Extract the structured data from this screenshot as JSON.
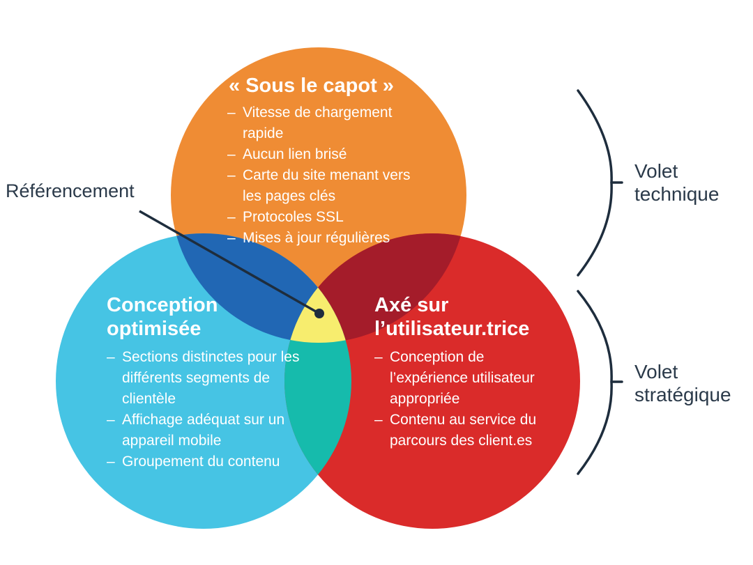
{
  "top_circle": {
    "title": "« Sous le capot »",
    "items": [
      "Vitesse de chargement rapide",
      "Aucun lien brisé",
      "Carte du site menant vers les pages clés",
      "Protocoles SSL",
      "Mises à jour régulières"
    ]
  },
  "left_circle": {
    "title": "Conception optimisée",
    "items": [
      "Sections distinctes pour les différents segments de clientèle",
      "Affichage adéquat sur un appareil mobile",
      "Groupement du contenu"
    ]
  },
  "right_circle": {
    "title": "Axé sur l’utilisateur.trice",
    "items": [
      "Conception de l’expérience utilisateur appropriée",
      "Contenu au service du parcours des client.es"
    ]
  },
  "center_label": "Référencement",
  "brackets": {
    "technical": "Volet technique",
    "strategic": "Volet stratégique"
  },
  "colors": {
    "top": "#ef8c34",
    "left": "#46c4e4",
    "right": "#da2b2a",
    "top_left": "#2167b4",
    "top_right": "#a41c2a",
    "left_right": "#16bbac",
    "center": "#f7ed6e",
    "dark": "#1e2d3d"
  }
}
